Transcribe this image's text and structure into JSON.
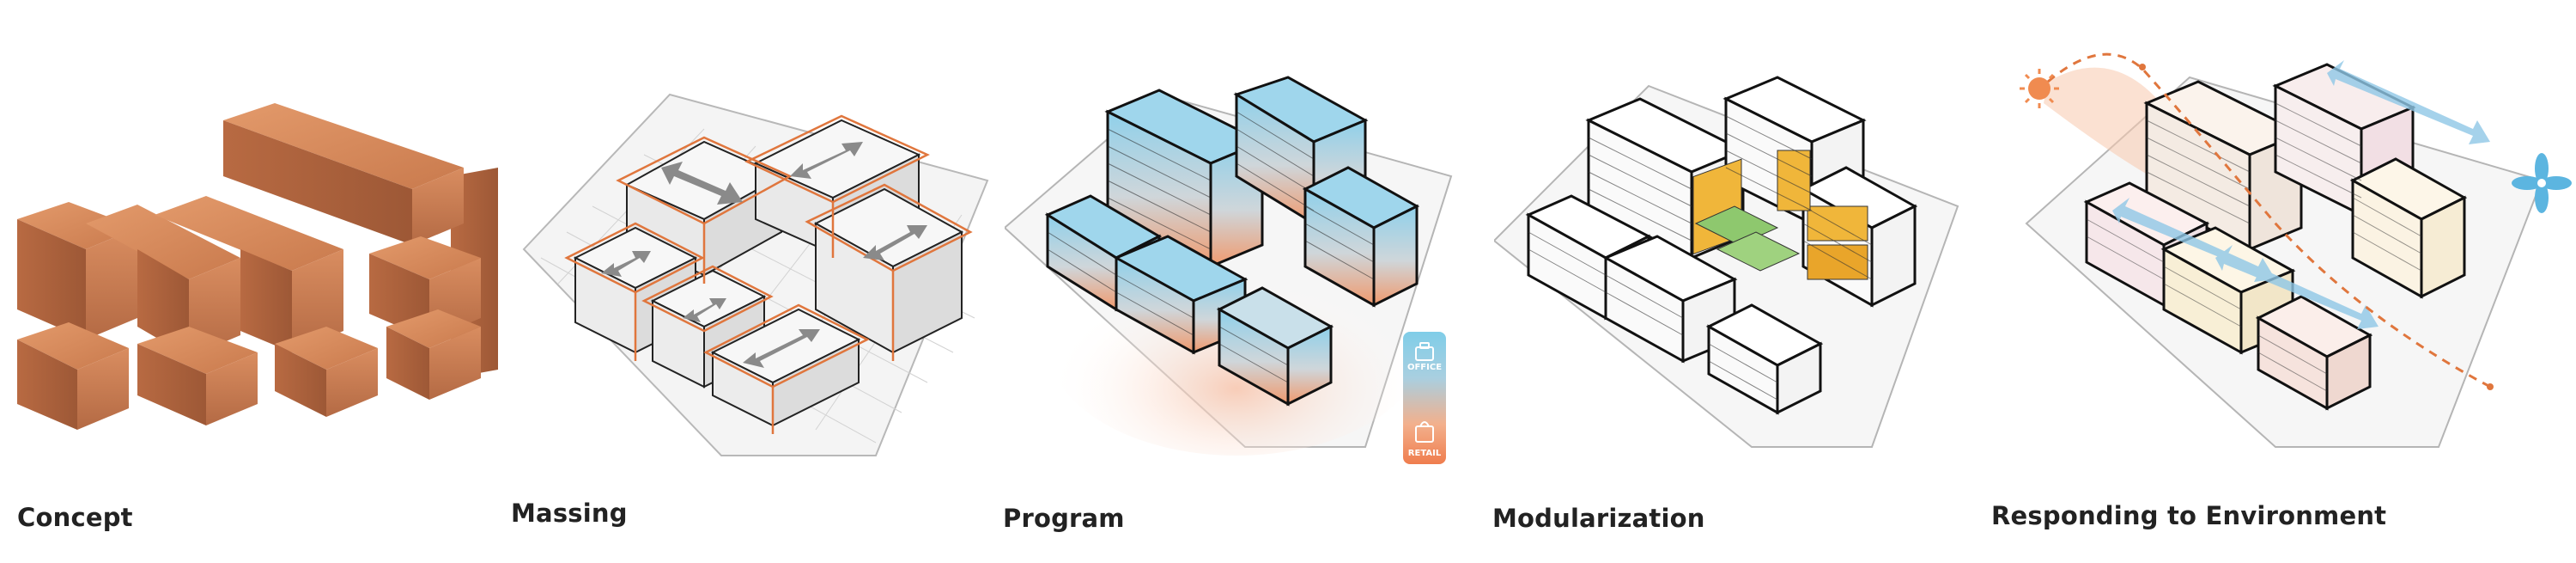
{
  "captions": {
    "concept": "Concept",
    "massing": "Massing",
    "program": "Program",
    "modularization": "Modularization",
    "environment": "Responding to Environment"
  },
  "legend": {
    "office": "OFFICE",
    "retail": "RETAIL"
  },
  "colors": {
    "wood": "#c8774a",
    "orange_accent": "#e0763d",
    "office_blue": "#8fd0ea",
    "retail_orange": "#f09a6e",
    "module_yellow": "#f0b63a",
    "module_green": "#8ec86e"
  },
  "icons": {
    "sun": "sun-icon",
    "wind": "fan-icon",
    "office": "briefcase-icon",
    "retail": "shopping-bag-icon"
  }
}
